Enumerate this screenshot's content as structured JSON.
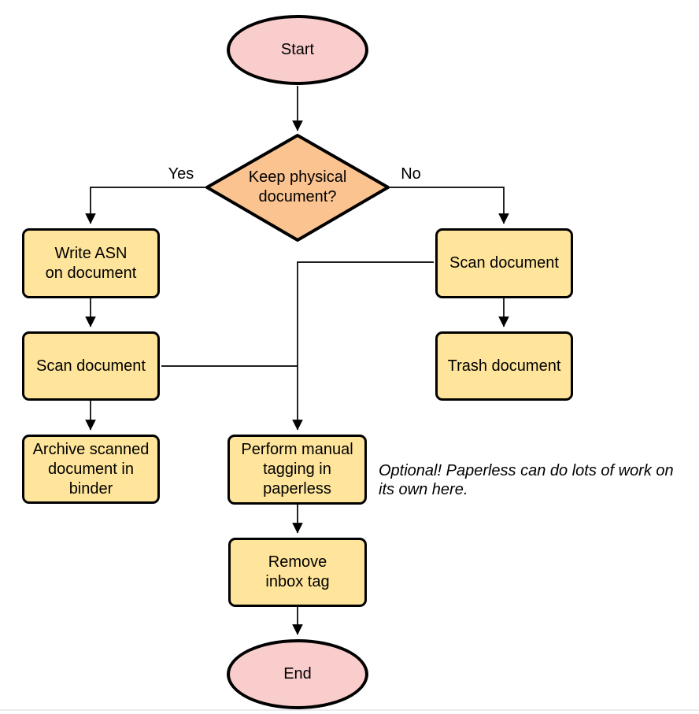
{
  "flowchart": {
    "nodes": {
      "start": {
        "label": "Start",
        "type": "terminal"
      },
      "decision": {
        "label": "Keep physical\ndocument?",
        "type": "decision"
      },
      "write_asn": {
        "label": "Write ASN\non document",
        "type": "process"
      },
      "scan_left": {
        "label": "Scan document",
        "type": "process"
      },
      "archive": {
        "label": "Archive scanned\ndocument in\nbinder",
        "type": "process"
      },
      "scan_right": {
        "label": "Scan document",
        "type": "process"
      },
      "trash": {
        "label": "Trash document",
        "type": "process"
      },
      "perform_tagging": {
        "label": "Perform manual\ntagging in\npaperless",
        "type": "process"
      },
      "remove_inbox": {
        "label": "Remove\ninbox tag",
        "type": "process"
      },
      "end": {
        "label": "End",
        "type": "terminal"
      }
    },
    "edge_labels": {
      "yes": "Yes",
      "no": "No"
    },
    "note": {
      "text": "Optional! Paperless can do lots of work on\nits own here."
    },
    "colors": {
      "terminal_fill": "#FACDCD",
      "decision_fill": "#FAC38F",
      "process_fill": "#FFE59B",
      "stroke": "#000000"
    }
  }
}
